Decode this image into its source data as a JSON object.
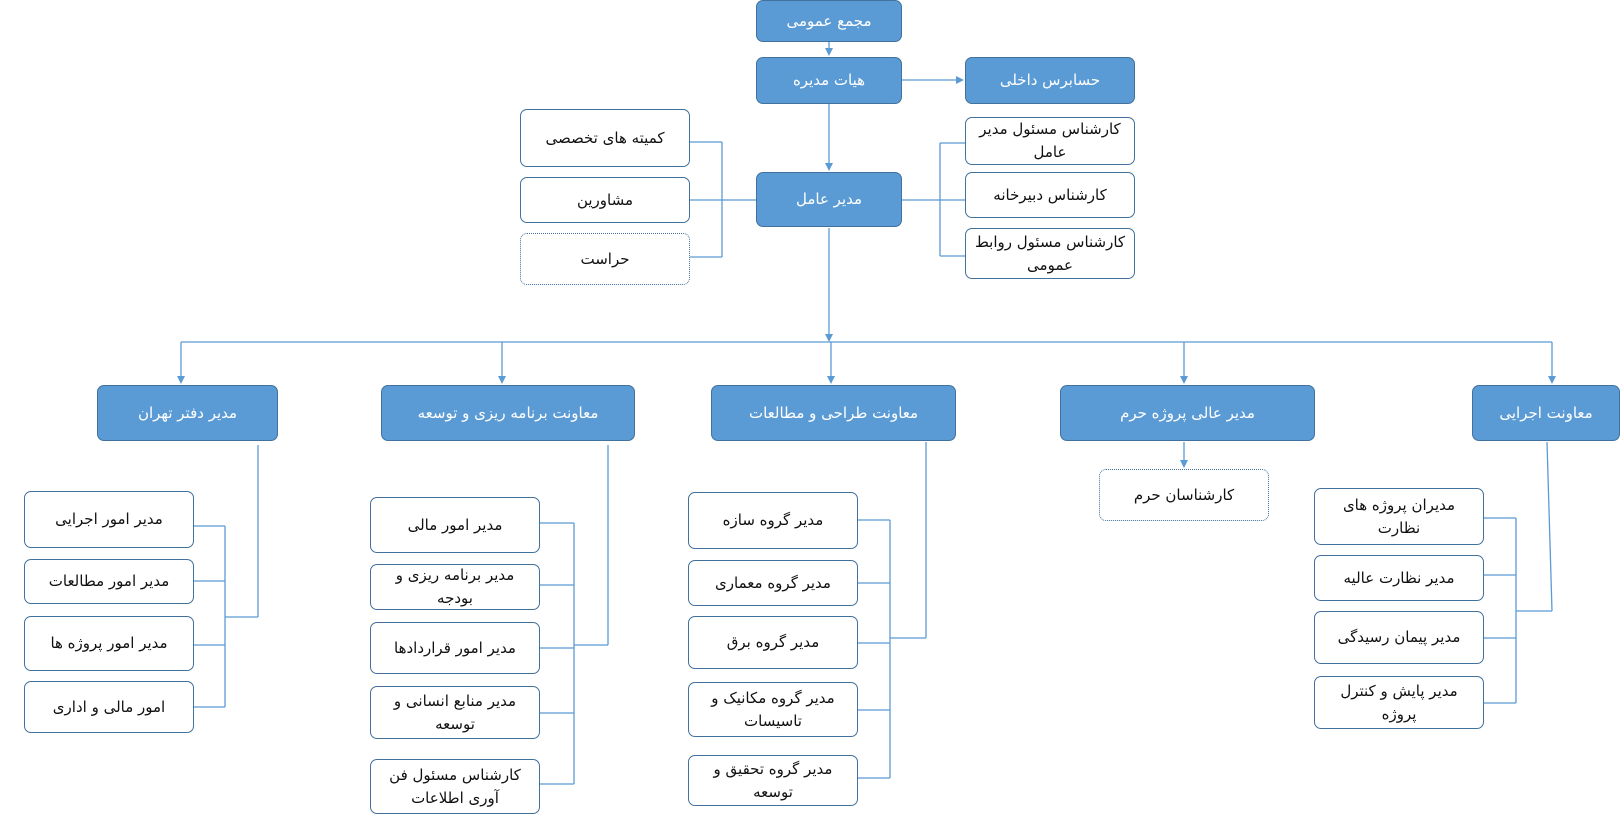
{
  "chart": {
    "general_assembly": "مجمع عمومی",
    "board": "هیات مدیره",
    "internal_auditor": "حسابرس داخلی",
    "ceo": "مدیر عامل",
    "left_staff": {
      "committees": "کمیته های تخصصی",
      "advisors": "مشاورین",
      "security": "حراست"
    },
    "right_staff": {
      "ceo_expert": "کارشناس مسئول مدیر عامل",
      "secretariat_expert": "کارشناس دبیرخانه",
      "pr_expert": "کارشناس مسئول روابط عمومی"
    },
    "tehran_office": {
      "title": "مدیر دفتر تهران",
      "items": [
        "مدیر امور اجرایی",
        "مدیر امور مطالعات",
        "مدیر امور پروژه ها",
        "امور مالی و اداری"
      ]
    },
    "planning": {
      "title": "معاونت برنامه ریزی و توسعه",
      "items": [
        "مدیر امور مالی",
        "مدیر برنامه ریزی و بودجه",
        "مدیر امور قراردادها",
        "مدیر منابع انسانی و توسعه",
        "کارشناس مسئول فن آوری اطلاعات"
      ]
    },
    "design": {
      "title": "معاونت طراحی و مطالعات",
      "items": [
        "مدیر گروه سازه",
        "مدیر گروه معماری",
        "مدیر گروه برق",
        "مدیر گروه مکانیک و تاسیسات",
        "مدیر گروه تحقیق و توسعه"
      ]
    },
    "haram": {
      "title": "مدیر عالی پروژه حرم",
      "items": [
        "کارشناسان حرم"
      ]
    },
    "executive": {
      "title": "معاونت اجرایی",
      "items": [
        "مدیران پروژه های نظارت",
        "مدیر نظارت عالیه",
        "مدیر پیمان رسیدگی",
        "مدیر پایش و کنترل پروژه"
      ]
    }
  }
}
